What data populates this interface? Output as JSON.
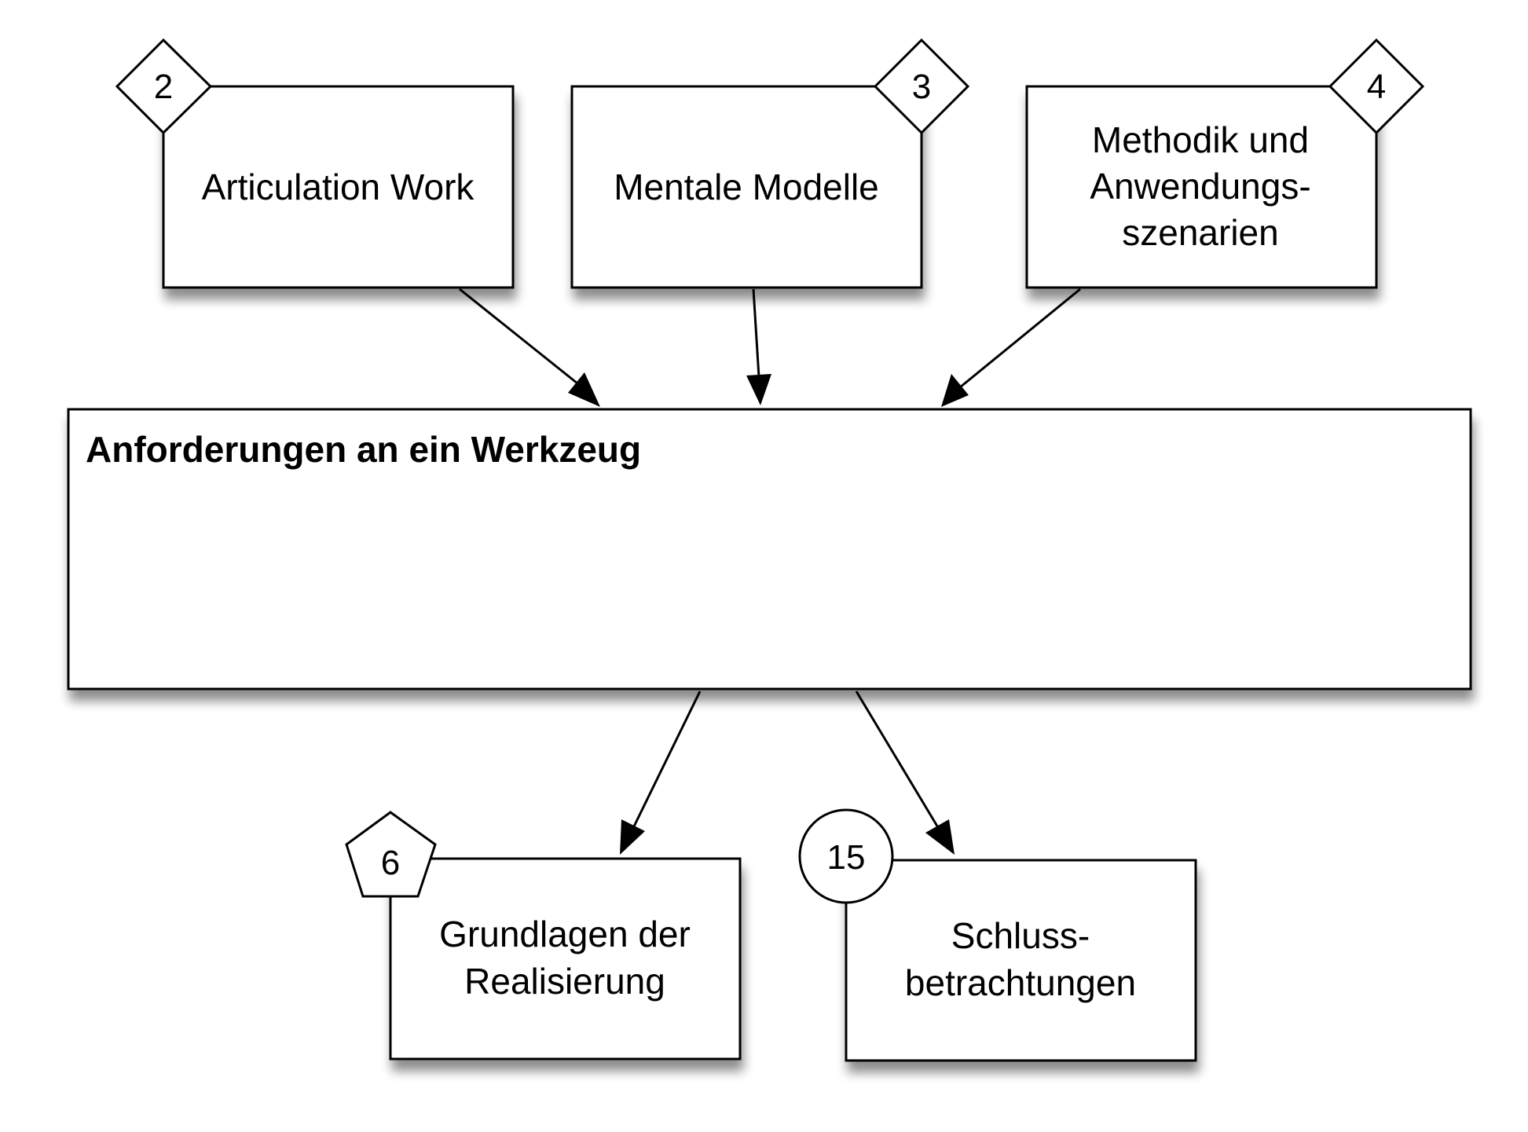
{
  "top_boxes": [
    {
      "label_lines": [
        "Articulation Work"
      ],
      "badge": "2",
      "badge_shape": "diamond"
    },
    {
      "label_lines": [
        "Mentale Modelle"
      ],
      "badge": "3",
      "badge_shape": "diamond"
    },
    {
      "label_lines": [
        "Methodik und",
        "Anwendungs-",
        "szenarien"
      ],
      "badge": "4",
      "badge_shape": "diamond"
    }
  ],
  "main_box": {
    "title": "Anforderungen an ein Werkzeug"
  },
  "bottom_boxes": [
    {
      "label_lines": [
        "Grundlagen der",
        "Realisierung"
      ],
      "badge": "6",
      "badge_shape": "pentagon"
    },
    {
      "label_lines": [
        "Schluss-",
        "betrachtungen"
      ],
      "badge": "15",
      "badge_shape": "circle"
    }
  ]
}
